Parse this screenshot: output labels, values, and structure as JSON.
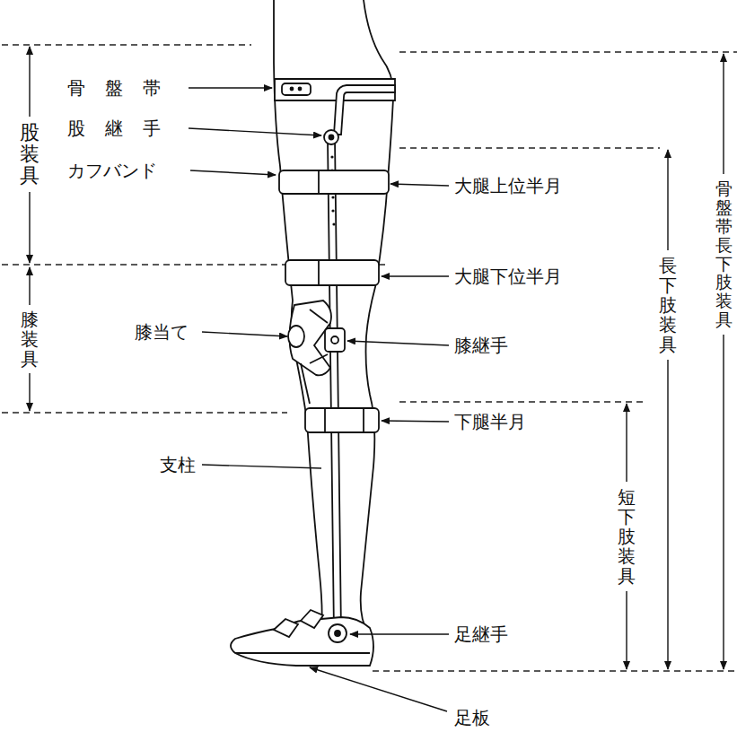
{
  "diagram": {
    "labels": [
      "股装具",
      "骨盤帯",
      "股継手",
      "カフバンド",
      "大腿上位半月",
      "膝装具",
      "大腿下位半月",
      "膝当て",
      "膝継手",
      "下腿半月",
      "支柱",
      "足継手",
      "足板",
      "骨盤帯長下肢装具",
      "長下肢装具",
      "短下肢装具"
    ]
  }
}
